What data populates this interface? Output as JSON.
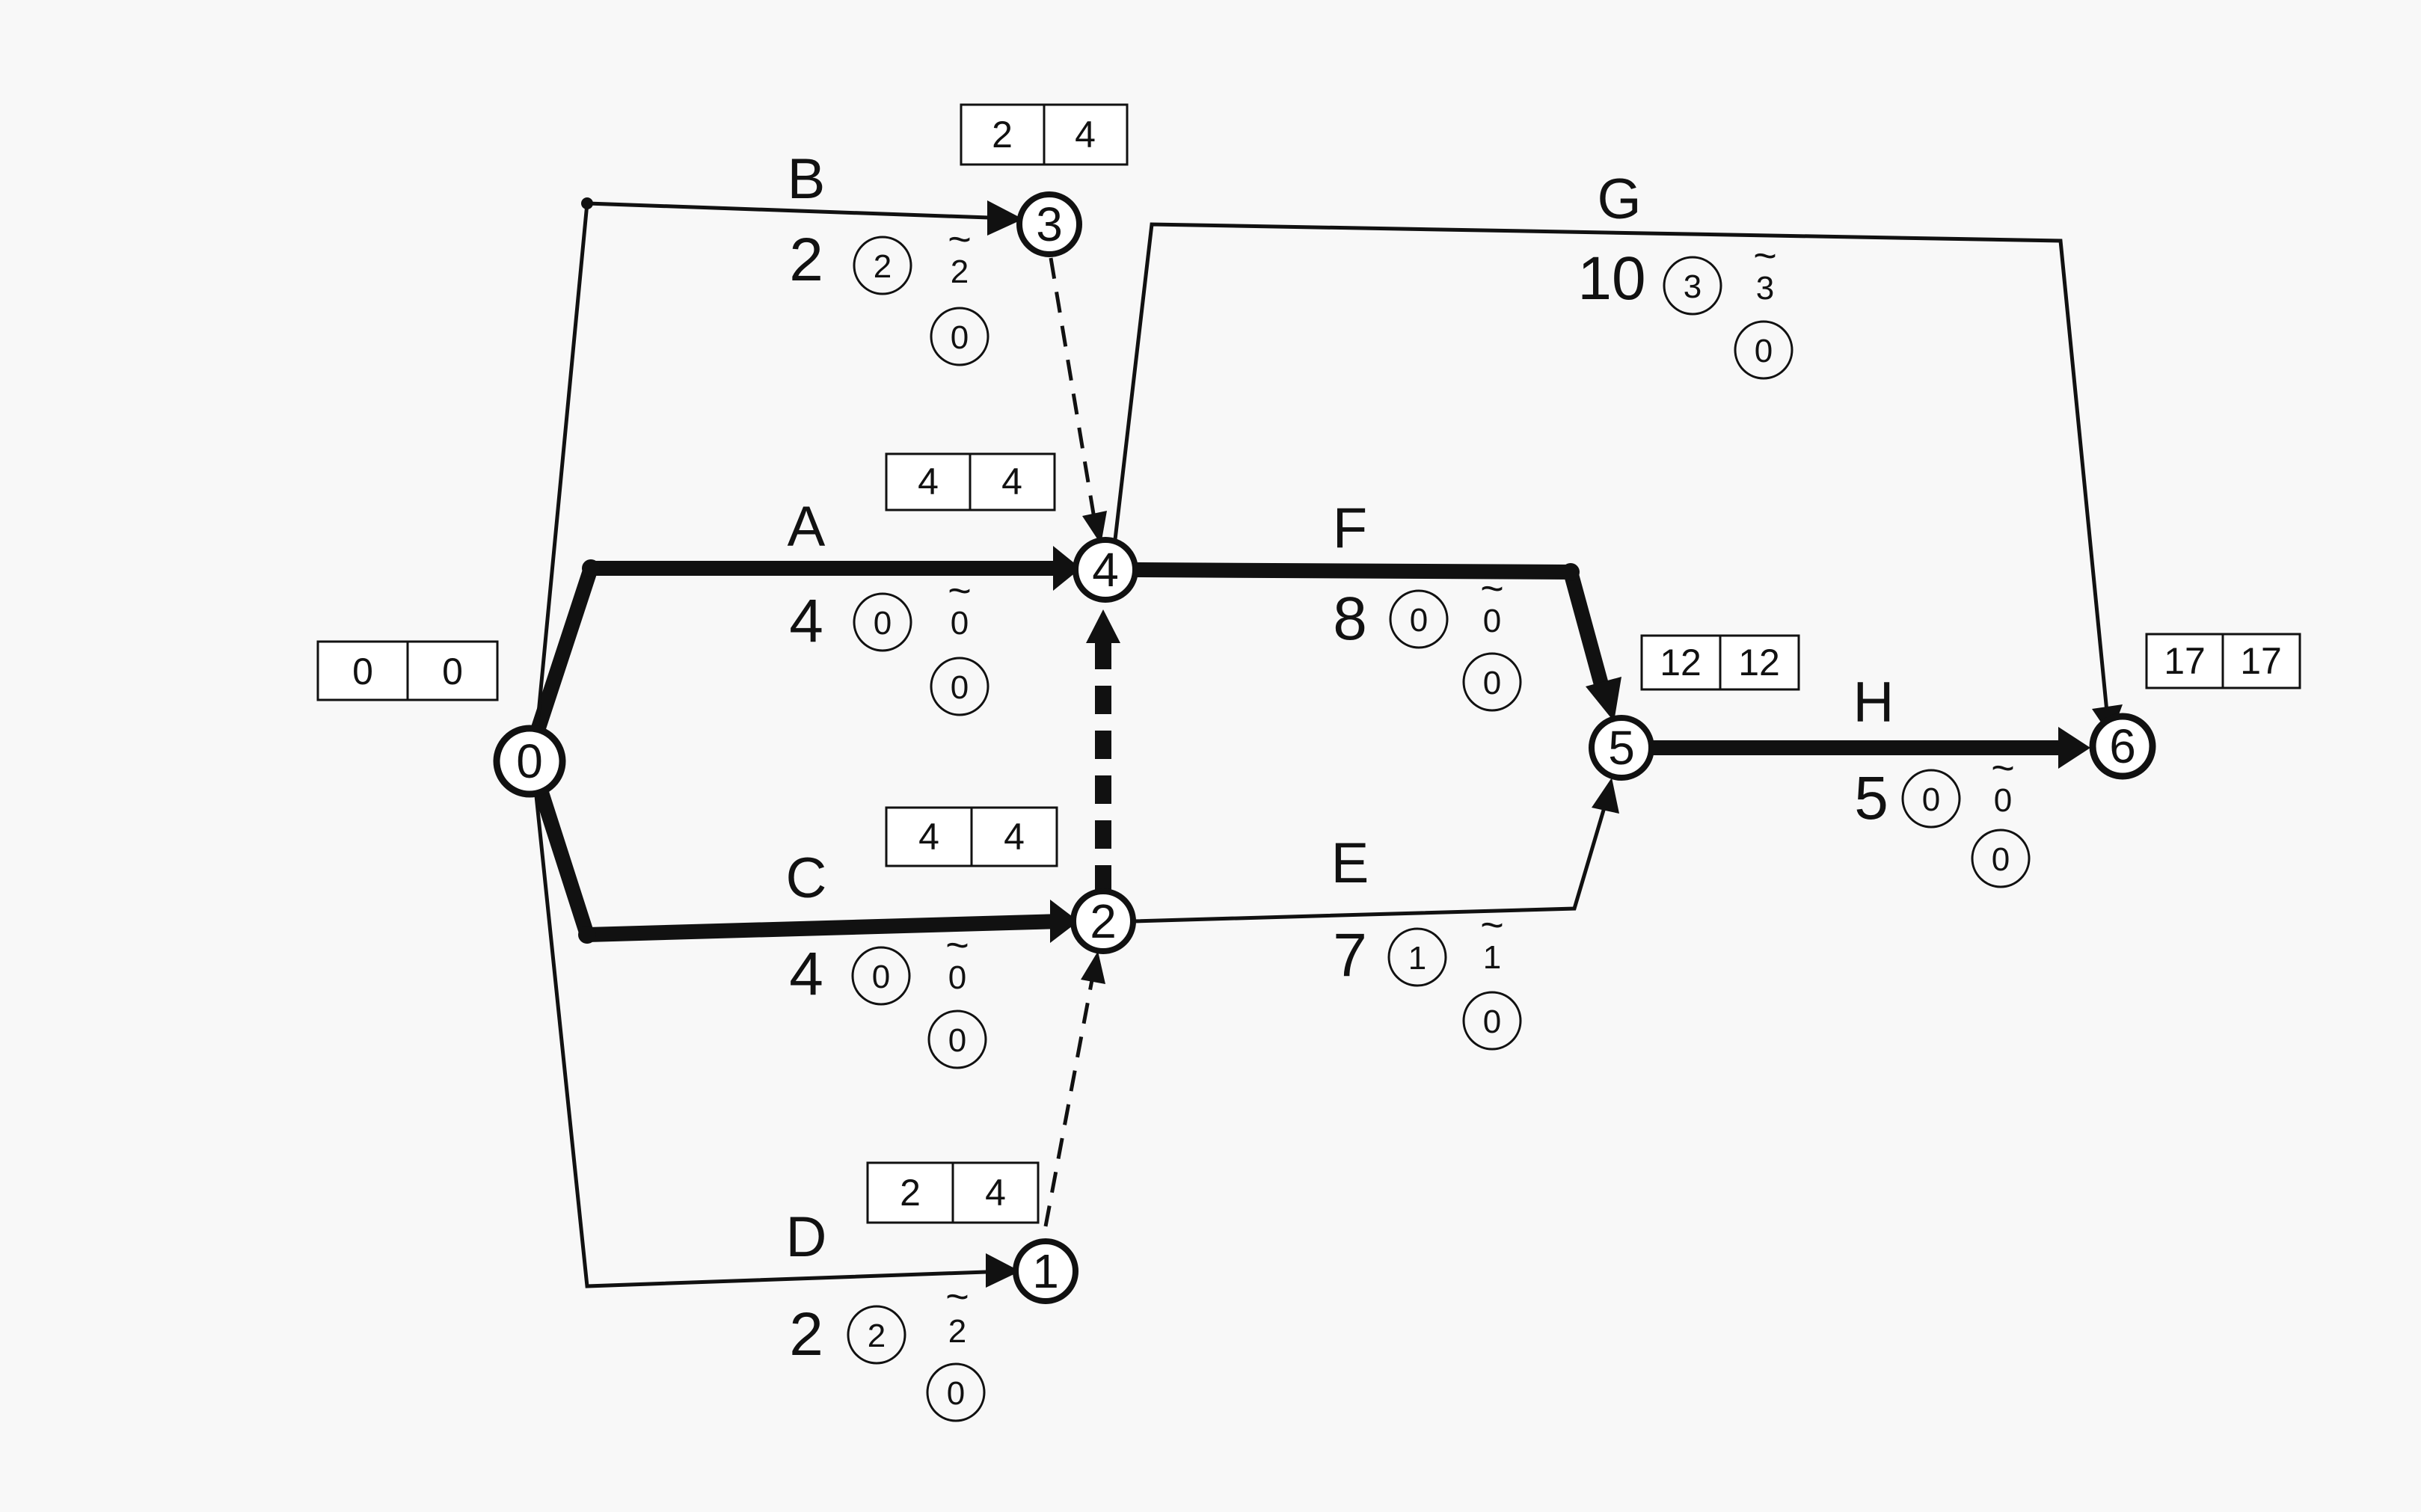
{
  "nodes": [
    {
      "id": "0",
      "es": "0",
      "ls": "0"
    },
    {
      "id": "1",
      "es": "2",
      "ls": "4"
    },
    {
      "id": "2",
      "es": "4",
      "ls": "4"
    },
    {
      "id": "3",
      "es": "2",
      "ls": "4"
    },
    {
      "id": "4",
      "es": "4",
      "ls": "4"
    },
    {
      "id": "5",
      "es": "12",
      "ls": "12"
    },
    {
      "id": "6",
      "es": "17",
      "ls": "17"
    }
  ],
  "activities": [
    {
      "name": "A",
      "duration": "4",
      "total_float": "0",
      "free_float": "0",
      "float2": "0"
    },
    {
      "name": "B",
      "duration": "2",
      "total_float": "2",
      "free_float": "2",
      "float2": "0"
    },
    {
      "name": "C",
      "duration": "4",
      "total_float": "0",
      "free_float": "0",
      "float2": "0"
    },
    {
      "name": "D",
      "duration": "2",
      "total_float": "2",
      "free_float": "2",
      "float2": "0"
    },
    {
      "name": "E",
      "duration": "7",
      "total_float": "1",
      "free_float": "1",
      "float2": "0"
    },
    {
      "name": "F",
      "duration": "8",
      "total_float": "0",
      "free_float": "0",
      "float2": "0"
    },
    {
      "name": "G",
      "duration": "10",
      "total_float": "3",
      "free_float": "3",
      "float2": "0"
    },
    {
      "name": "H",
      "duration": "5",
      "total_float": "0",
      "free_float": "0",
      "float2": "0"
    }
  ],
  "tilde_glyph": "~"
}
